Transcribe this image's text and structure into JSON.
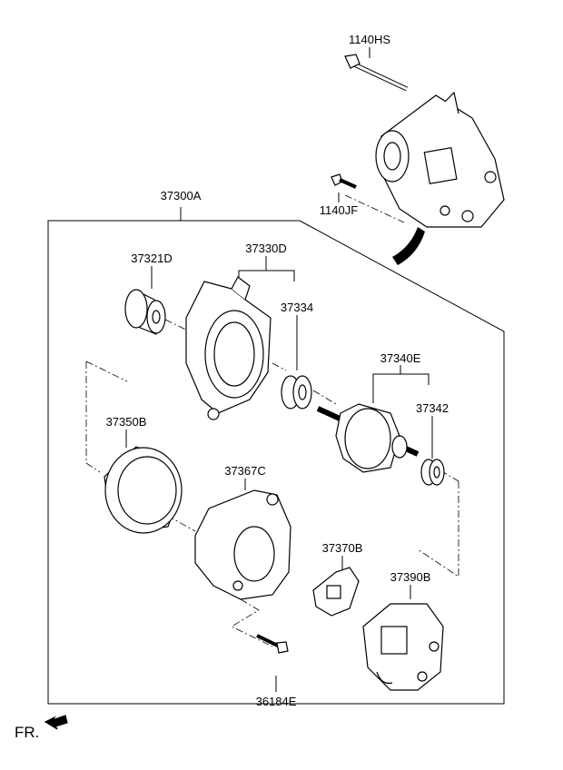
{
  "diagram": {
    "labels": {
      "bolt_top": "1140HS",
      "assembly": "37300A",
      "bolt_side": "1140JF",
      "front_bracket": "37330D",
      "pulley": "37321D",
      "front_bearing": "37334",
      "rotor": "37340E",
      "rear_bearing": "37342",
      "stator": "37350B",
      "rear_bracket": "37367C",
      "regulator": "37370B",
      "rear_cover": "37390B",
      "through_bolt": "36184E"
    },
    "direction_marker": "FR."
  }
}
